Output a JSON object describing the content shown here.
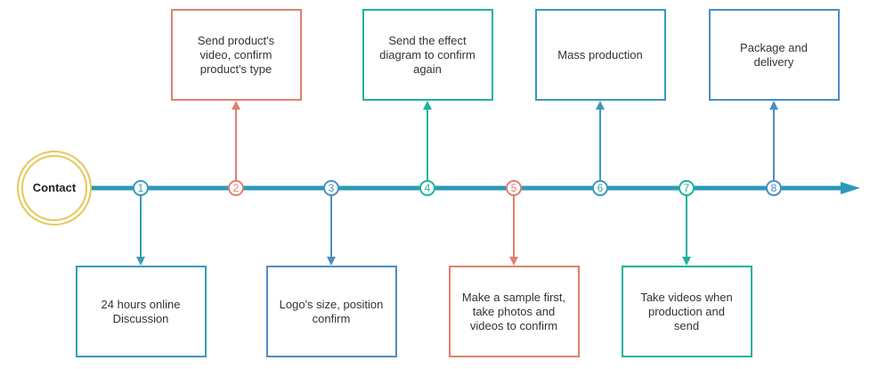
{
  "start": {
    "label": "Contact",
    "color": "#e8c85a"
  },
  "colors": {
    "axis": "#2b9ab8",
    "teal": "#3a9ab8",
    "salmon": "#e08070",
    "green": "#1fb39a",
    "blue": "#4a8ec4"
  },
  "steps": [
    {
      "number": "1",
      "text": "24 hours online\nDiscussion",
      "side": "bottom",
      "color": "#3a9ab8"
    },
    {
      "number": "2",
      "text": "Send product's\nvideo, confirm\nproduct's type",
      "side": "top",
      "color": "#e08070"
    },
    {
      "number": "3",
      "text": "Logo's size, position\nconfirm",
      "side": "bottom",
      "color": "#4a8ec4"
    },
    {
      "number": "4",
      "text": "Send the effect\ndiagram to confirm\nagain",
      "side": "top",
      "color": "#1fb39a"
    },
    {
      "number": "5",
      "text": "Make a sample first,\ntake photos and\nvideos to confirm",
      "side": "bottom",
      "color": "#e08070"
    },
    {
      "number": "6",
      "text": "Mass production",
      "side": "top",
      "color": "#3a9ab8"
    },
    {
      "number": "7",
      "text": "Take videos when\nproduction and\nsend",
      "side": "bottom",
      "color": "#1fb39a"
    },
    {
      "number": "8",
      "text": "Package and\ndelivery",
      "side": "top",
      "color": "#4a8ec4"
    }
  ]
}
